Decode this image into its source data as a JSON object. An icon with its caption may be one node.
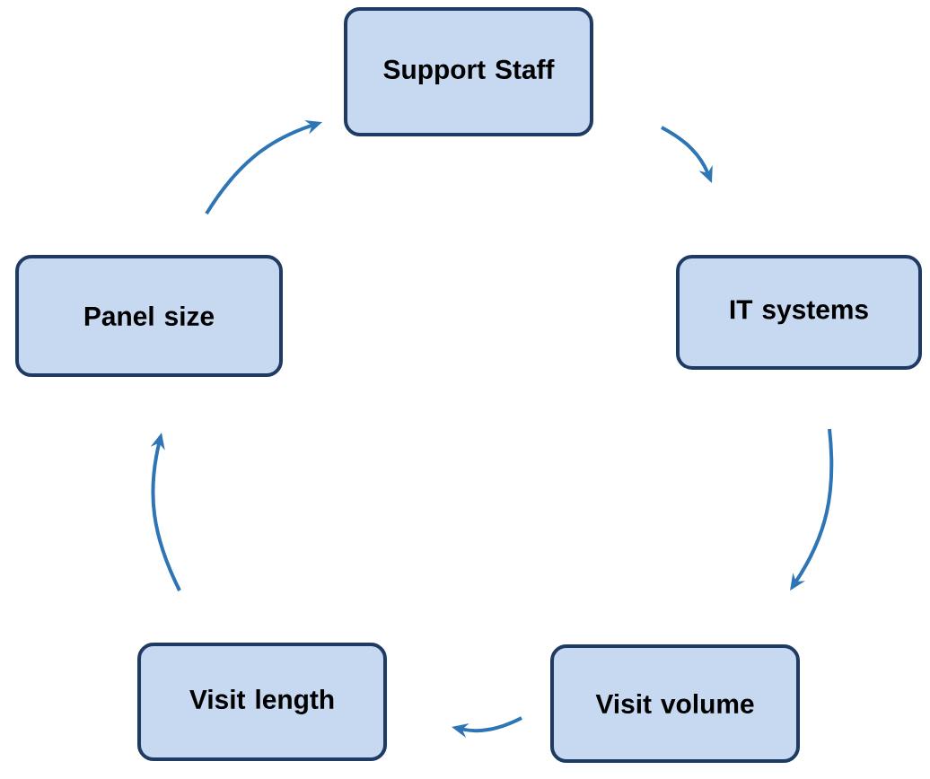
{
  "diagram": {
    "nodes": [
      {
        "text": [
          "Support Staff"
        ]
      },
      {
        "text": [
          "IT systems"
        ]
      },
      {
        "text": [
          "Visit volume"
        ]
      },
      {
        "text": [
          "Visit length"
        ]
      },
      {
        "text": [
          "Panel size"
        ]
      }
    ],
    "edges": [
      {
        "from": 0,
        "to": 1,
        "arrow": "to"
      },
      {
        "from": 1,
        "to": 2,
        "arrow": "to"
      },
      {
        "from": 2,
        "to": 3,
        "arrow": "to"
      },
      {
        "from": 3,
        "to": 4,
        "arrow": "to"
      },
      {
        "from": 4,
        "to": 0,
        "arrow": "to"
      }
    ]
  }
}
